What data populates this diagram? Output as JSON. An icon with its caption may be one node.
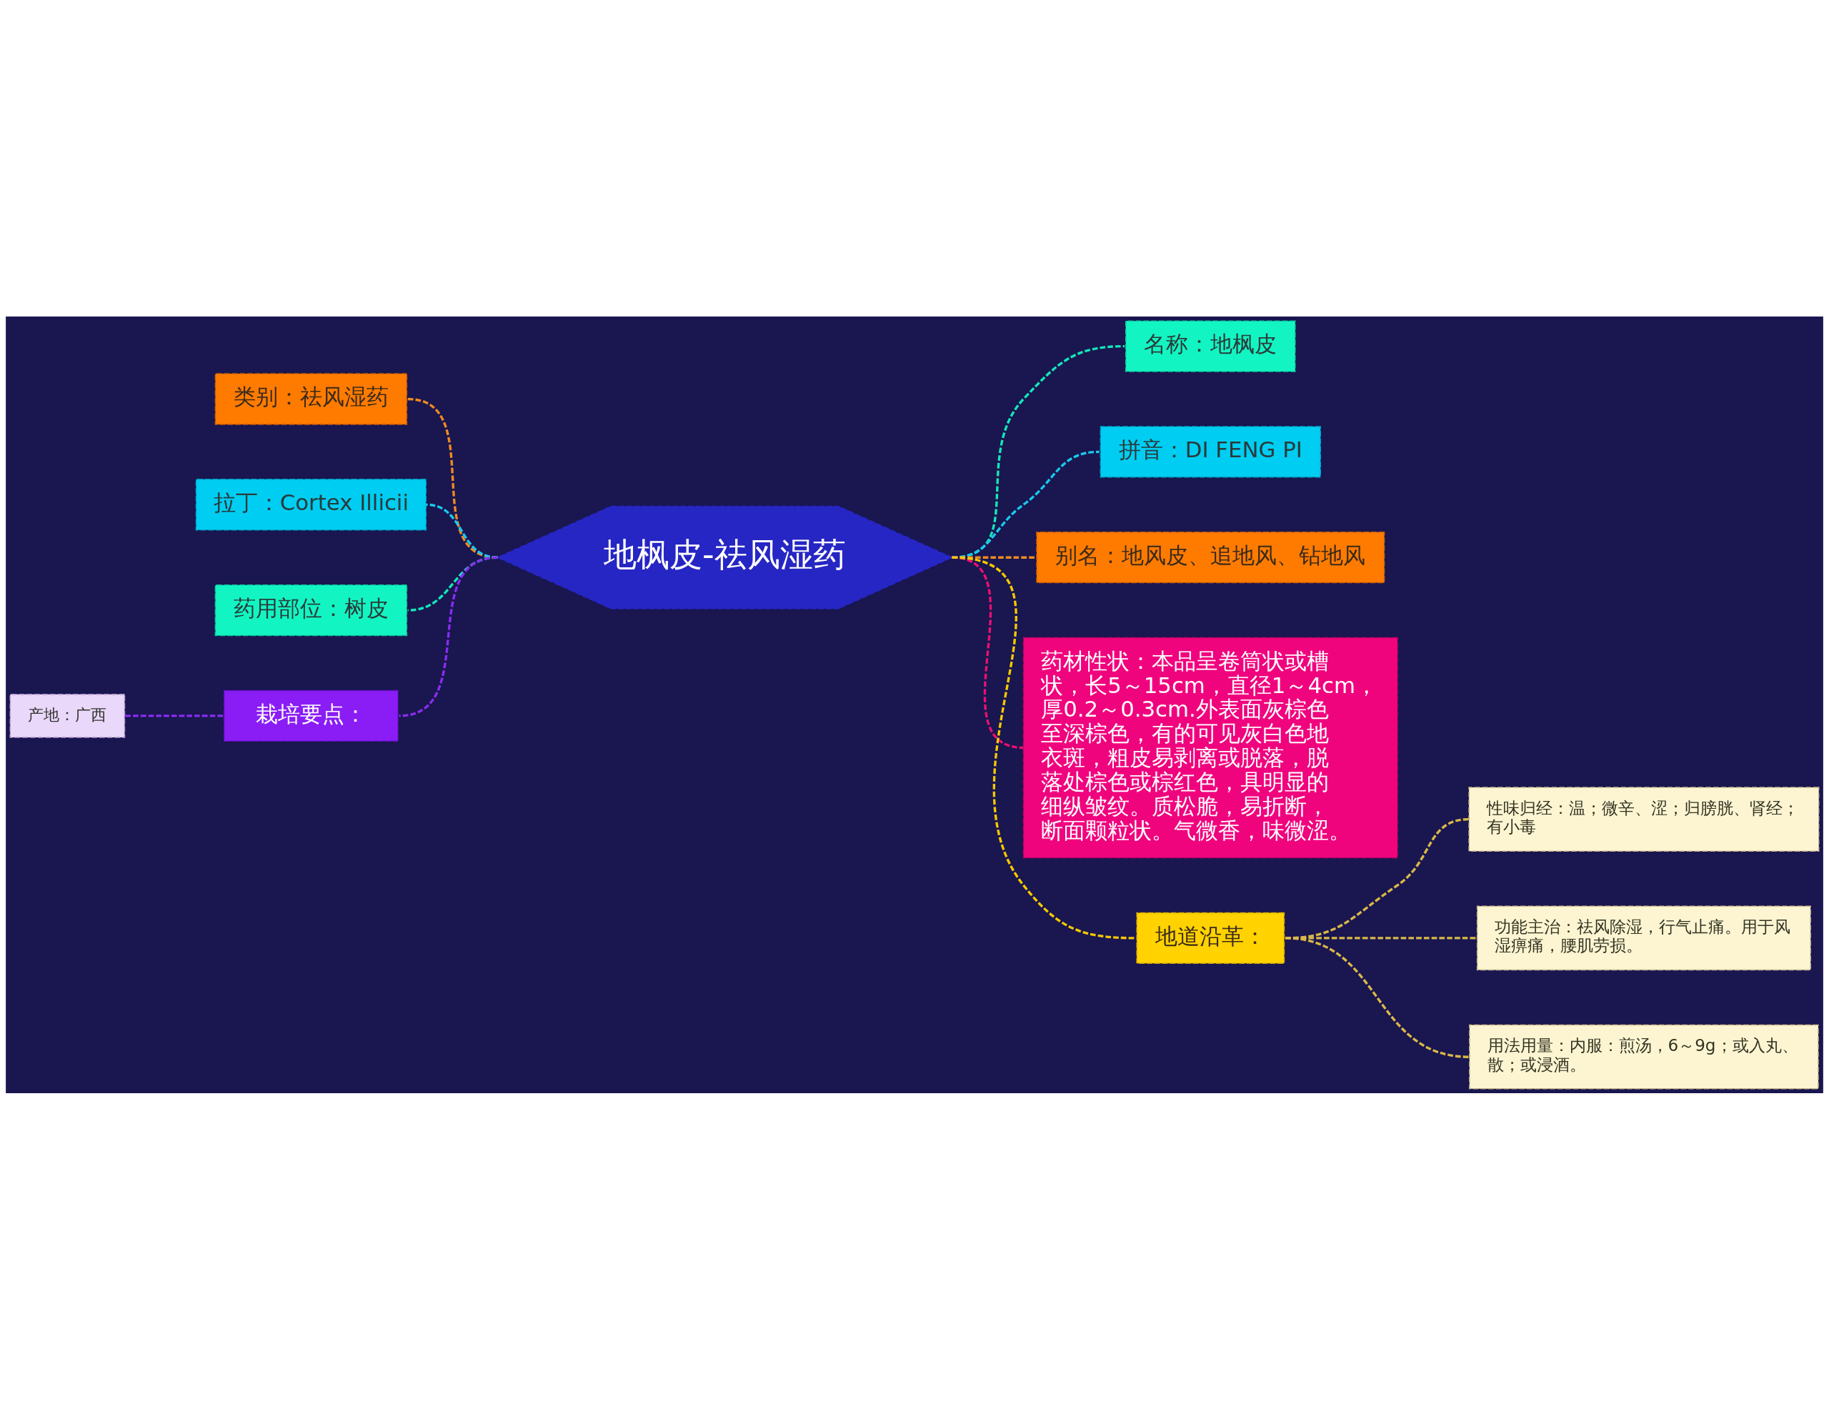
{
  "diagram": {
    "nodes": [
      {
        "text": [
          "地枫皮-祛风湿药"
        ]
      },
      {
        "text": [
          "名称：地枫皮"
        ]
      },
      {
        "text": [
          "拼音：DI FENG PI"
        ]
      },
      {
        "text": [
          "别名：地风皮、追地风、钻地风"
        ]
      },
      {
        "text": [
          "药材性状：本品呈卷筒状或槽状，长5～15cm，直径1～4cm，厚0.2～0.3cm.外表面灰棕色至深棕色，有的可见灰白色地衣斑，粗皮易剥离或脱落，脱落处棕色或棕红色，具明显的细纵皱纹。质松脆，易折断，断面颗粒状。气微香，味微涩。"
        ]
      },
      {
        "text": [
          "地道沿革："
        ]
      },
      {
        "text": [
          "性味归经：温；微辛、涩；归膀胱、肾经；有小毒"
        ]
      },
      {
        "text": [
          "功能主治：祛风除湿，行气止痛。用于风湿痹痛，腰肌劳损。"
        ]
      },
      {
        "text": [
          "用法用量：内服：煎汤，6～9g；或入丸、散；或浸酒。"
        ]
      },
      {
        "text": [
          "类别：祛风湿药"
        ]
      },
      {
        "text": [
          "拉丁：Cortex Illicii"
        ]
      },
      {
        "text": [
          "药用部位：树皮"
        ]
      },
      {
        "text": [
          "栽培要点："
        ]
      },
      {
        "text": [
          "产地：广西"
        ]
      }
    ],
    "edges": [
      {
        "from": 0,
        "to": 1,
        "arrow": "none",
        "style": "dashed",
        "color": "#14e6b8"
      },
      {
        "from": 0,
        "to": 2,
        "arrow": "none",
        "style": "dashed",
        "color": "#1ac8ec"
      },
      {
        "from": 0,
        "to": 3,
        "arrow": "none",
        "style": "dashed",
        "color": "#f08a20"
      },
      {
        "from": 0,
        "to": 4,
        "arrow": "none",
        "style": "dashed",
        "color": "#ea1070"
      },
      {
        "from": 0,
        "to": 5,
        "arrow": "none",
        "style": "dashed",
        "color": "#f5c800"
      },
      {
        "from": 5,
        "to": 6,
        "arrow": "none",
        "style": "dashed",
        "color": "#d9b848"
      },
      {
        "from": 5,
        "to": 7,
        "arrow": "none",
        "style": "dashed",
        "color": "#d9b848"
      },
      {
        "from": 5,
        "to": 8,
        "arrow": "none",
        "style": "dashed",
        "color": "#d9b848"
      },
      {
        "from": 0,
        "to": 9,
        "arrow": "none",
        "style": "dashed",
        "color": "#f08a20"
      },
      {
        "from": 0,
        "to": 10,
        "arrow": "none",
        "style": "dashed",
        "color": "#1ac8ec"
      },
      {
        "from": 0,
        "to": 11,
        "arrow": "none",
        "style": "dashed",
        "color": "#14e6b8"
      },
      {
        "from": 0,
        "to": 12,
        "arrow": "none",
        "style": "dashed",
        "color": "#8a2cf0"
      },
      {
        "from": 12,
        "to": 13,
        "arrow": "none",
        "style": "dashed",
        "color": "#8a2cf0"
      }
    ]
  }
}
